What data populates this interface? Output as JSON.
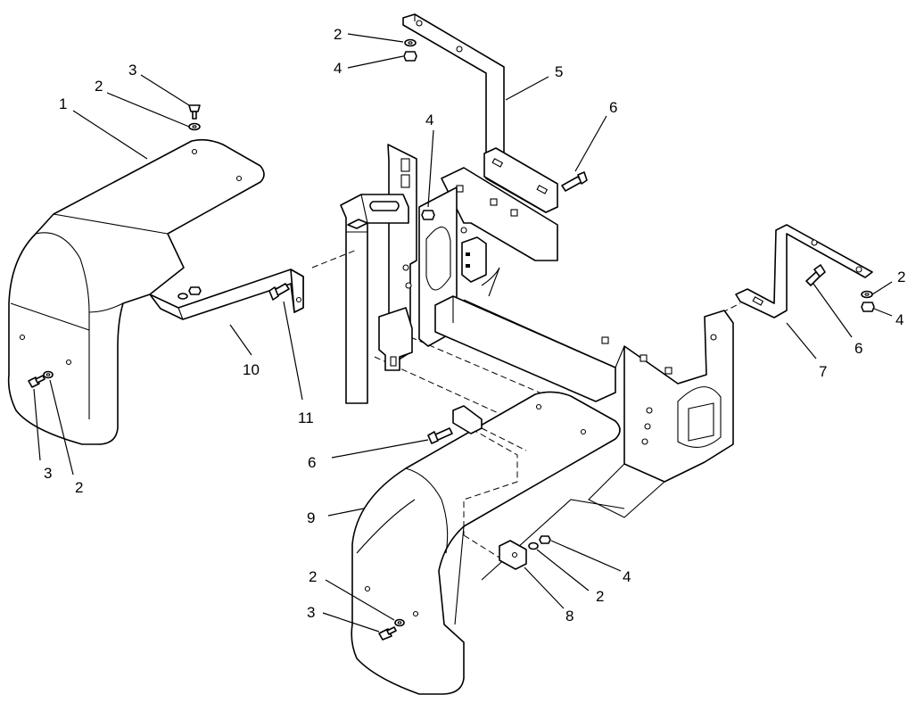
{
  "callouts": [
    {
      "id": "c1",
      "text": "1"
    },
    {
      "id": "c2a",
      "text": "2"
    },
    {
      "id": "c3a",
      "text": "3"
    },
    {
      "id": "c2b",
      "text": "2"
    },
    {
      "id": "c4a",
      "text": "4"
    },
    {
      "id": "c5",
      "text": "5"
    },
    {
      "id": "c4b",
      "text": "4"
    },
    {
      "id": "c6a",
      "text": "6"
    },
    {
      "id": "c2c",
      "text": "2"
    },
    {
      "id": "c4c",
      "text": "4"
    },
    {
      "id": "c6b",
      "text": "6"
    },
    {
      "id": "c7",
      "text": "7"
    },
    {
      "id": "c10",
      "text": "10"
    },
    {
      "id": "c11",
      "text": "11"
    },
    {
      "id": "c3b",
      "text": "3"
    },
    {
      "id": "c2d",
      "text": "2"
    },
    {
      "id": "c6c",
      "text": "6"
    },
    {
      "id": "c9",
      "text": "9"
    },
    {
      "id": "c4d",
      "text": "4"
    },
    {
      "id": "c2e",
      "text": "2"
    },
    {
      "id": "c8",
      "text": "8"
    },
    {
      "id": "c2f",
      "text": "2"
    },
    {
      "id": "c3c",
      "text": "3"
    }
  ]
}
